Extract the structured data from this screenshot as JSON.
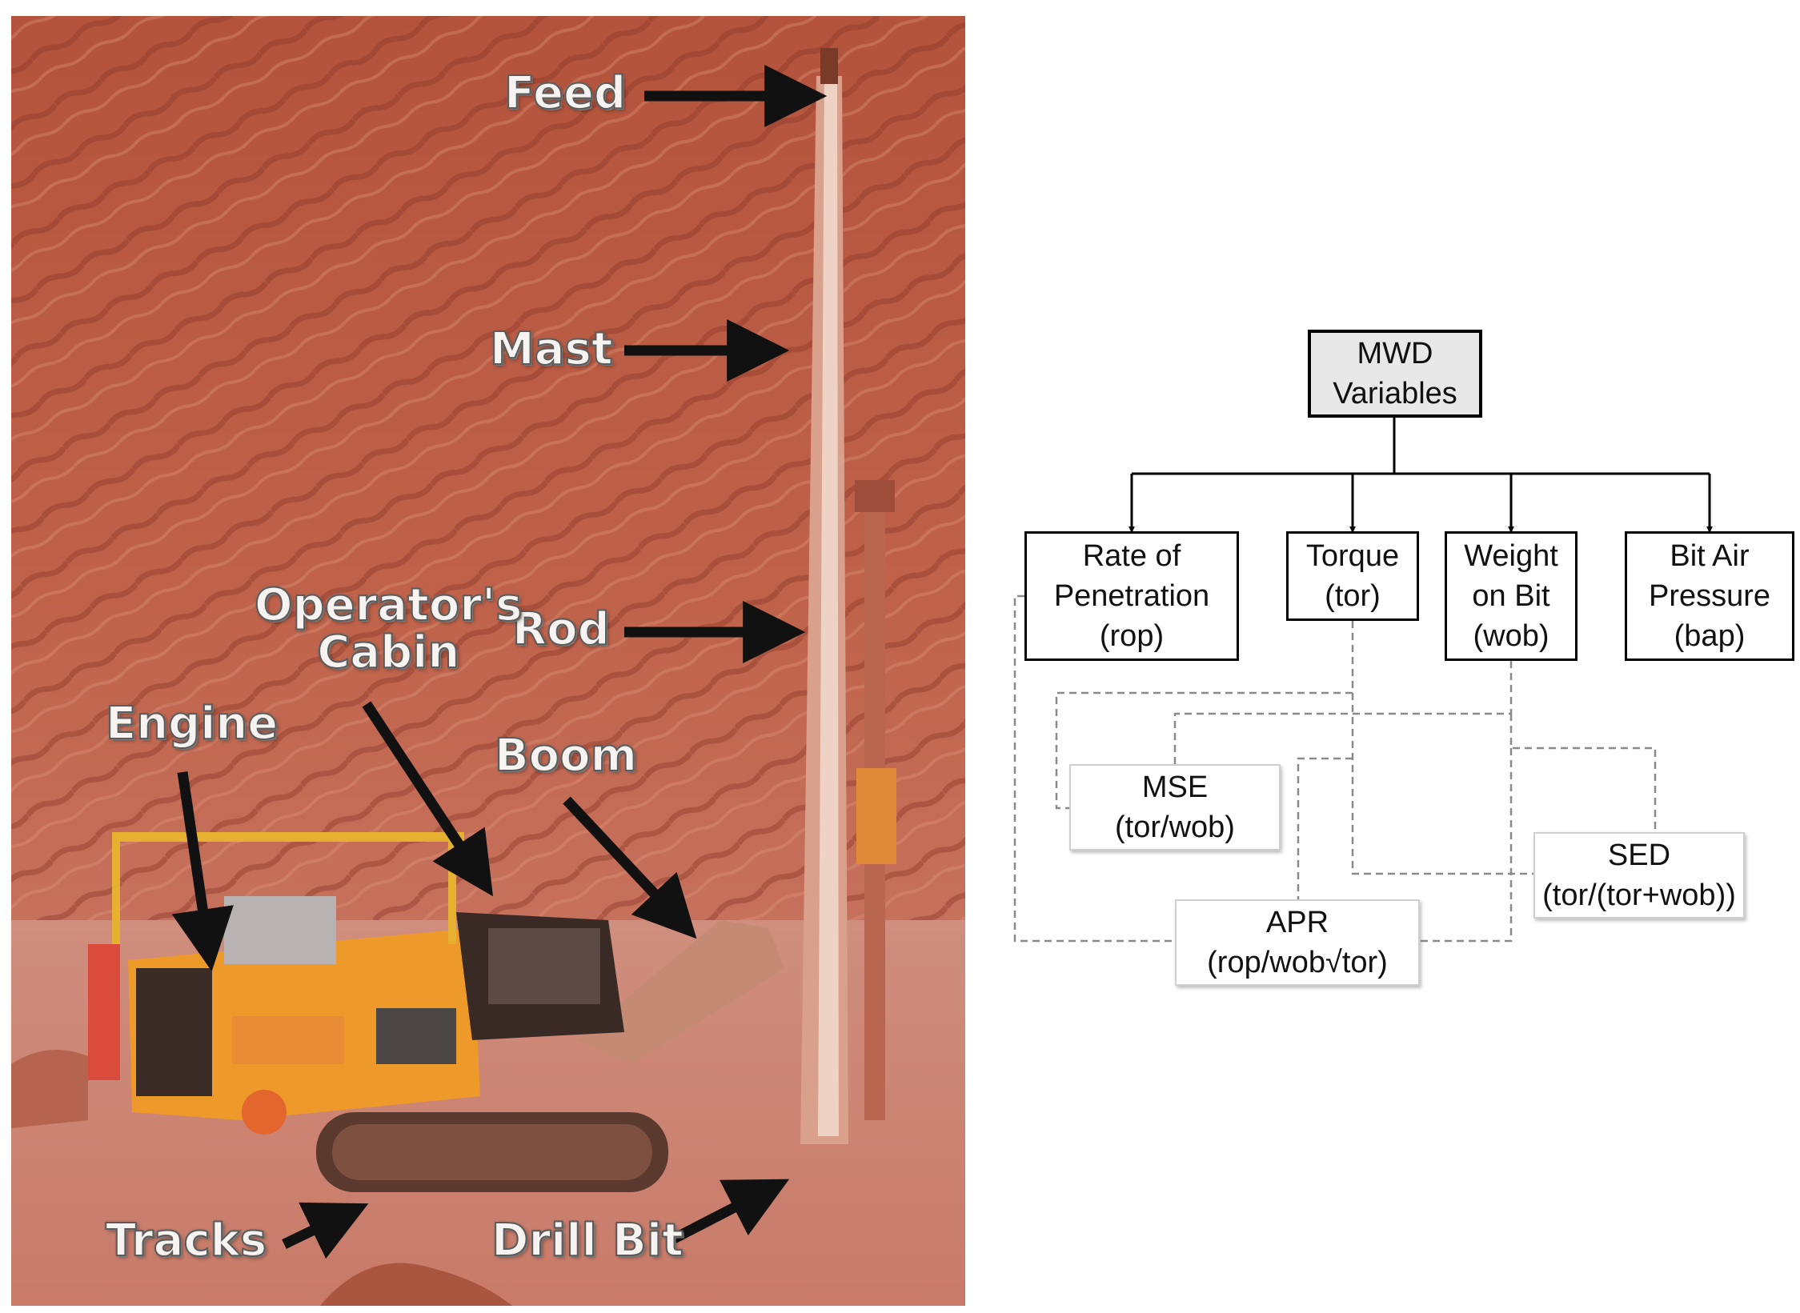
{
  "photo": {
    "labels": {
      "feed": "Feed",
      "mast": "Mast",
      "rod": "Rod",
      "operator_cabin": [
        "Operator's",
        "Cabin"
      ],
      "engine": "Engine",
      "boom": "Boom",
      "tracks": "Tracks",
      "drill_bit": "Drill Bit"
    }
  },
  "diagram": {
    "root": [
      "MWD",
      "Variables"
    ],
    "primary": [
      {
        "lines": [
          "Rate of",
          "Penetration",
          "(rop)"
        ]
      },
      {
        "lines": [
          "Torque",
          "(tor)"
        ]
      },
      {
        "lines": [
          "Weight",
          "on Bit",
          "(wob)"
        ]
      },
      {
        "lines": [
          "Bit Air",
          "Pressure",
          "(bap)"
        ]
      }
    ],
    "derived": [
      {
        "lines": [
          "MSE",
          "(tor/wob)"
        ]
      },
      {
        "lines": [
          "SED",
          "(tor/(tor+wob))"
        ]
      },
      {
        "lines": [
          "APR",
          "(rop/wob√tor)"
        ]
      }
    ],
    "colors": {
      "solid_line": "#000000",
      "dashed_line": "#8a8a8a",
      "root_fill": "#e8e8e8"
    }
  }
}
